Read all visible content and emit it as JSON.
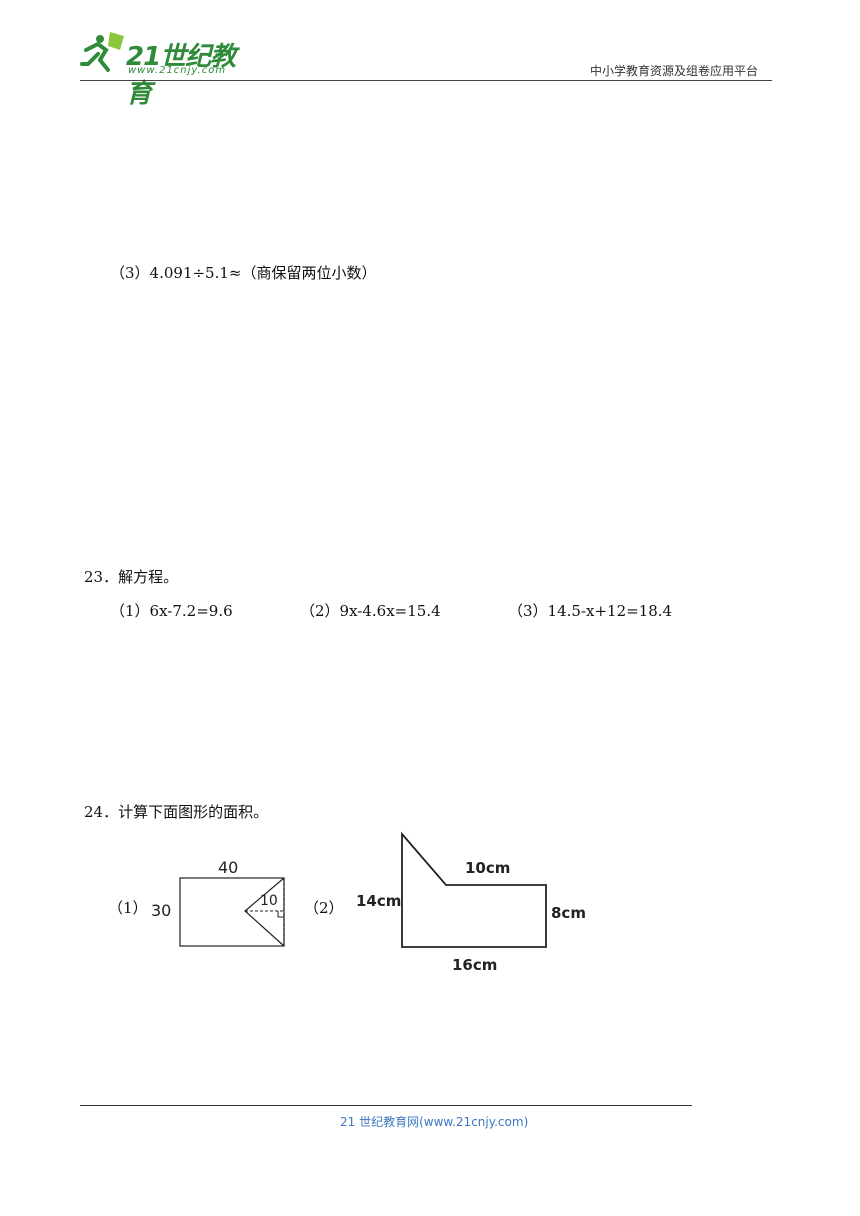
{
  "header": {
    "logo_text": "21世纪教育",
    "logo_url": "www.21cnjy.com",
    "platform": "中小学教育资源及组卷应用平台"
  },
  "q22": {
    "part3": "（3）4.091÷5.1≈（商保留两位小数）"
  },
  "q23": {
    "title": "23．解方程。",
    "eq1": "（1）6x-7.2=9.6",
    "eq2": "（2）9x-4.6x=15.4",
    "eq3": "（3）14.5-x+12=18.4"
  },
  "q24": {
    "title": "24．计算下面图形的面积。",
    "fig1": {
      "label": "（1）",
      "top": "40",
      "left": "30",
      "inner": "10"
    },
    "fig2": {
      "label": "（2）",
      "top": "10cm",
      "left": "14cm",
      "right": "8cm",
      "bottom": "16cm"
    }
  },
  "footer": {
    "text": "21 世纪教育网(www.21cnjy.com)"
  }
}
